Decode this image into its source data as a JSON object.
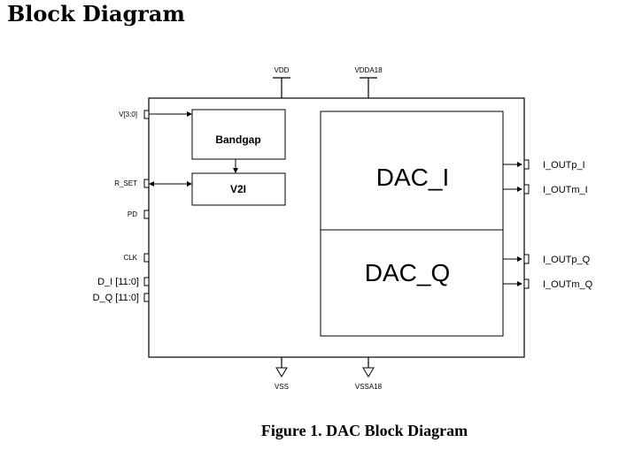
{
  "page": {
    "heading": "Block Diagram",
    "caption": "Figure 1. DAC Block Diagram"
  },
  "diagram": {
    "top_pins": {
      "vdd": "VDD",
      "vdda18": "VDDA18"
    },
    "bottom_pins": {
      "vss": "VSS",
      "vssa18": "VSSA18"
    },
    "left_pins": {
      "v": "V[3:0]",
      "r_set": "R_SET",
      "pd": "PD",
      "clk": "CLK",
      "d_i": "D_I [11:0]",
      "d_q": "D_Q [11:0]"
    },
    "right_pins": {
      "i_outp_i": "I_OUTp_I",
      "i_outm_i": "I_OUTm_I",
      "i_outp_q": "I_OUTp_Q",
      "i_outm_q": "I_OUTm_Q"
    },
    "blocks": {
      "bandgap": "Bandgap",
      "v2i": "V2I",
      "dac_i": "DAC_I",
      "dac_q": "DAC_Q"
    }
  }
}
